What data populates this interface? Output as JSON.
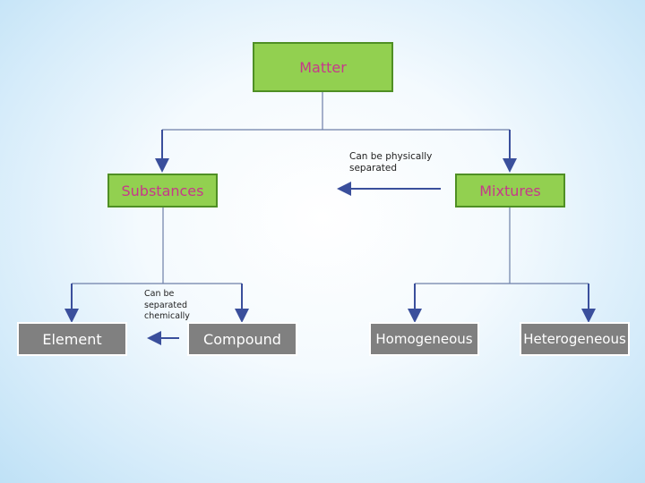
{
  "nodes": {
    "matter": "Matter",
    "substances": "Substances",
    "mixtures": "Mixtures",
    "element": "Element",
    "compound": "Compound",
    "homogeneous": "Homogeneous",
    "heterogeneous": "Heterogeneous"
  },
  "notes": {
    "physical": [
      "Can be physically",
      "separated"
    ],
    "chemical": [
      "Can be",
      "separated",
      "chemically"
    ]
  }
}
